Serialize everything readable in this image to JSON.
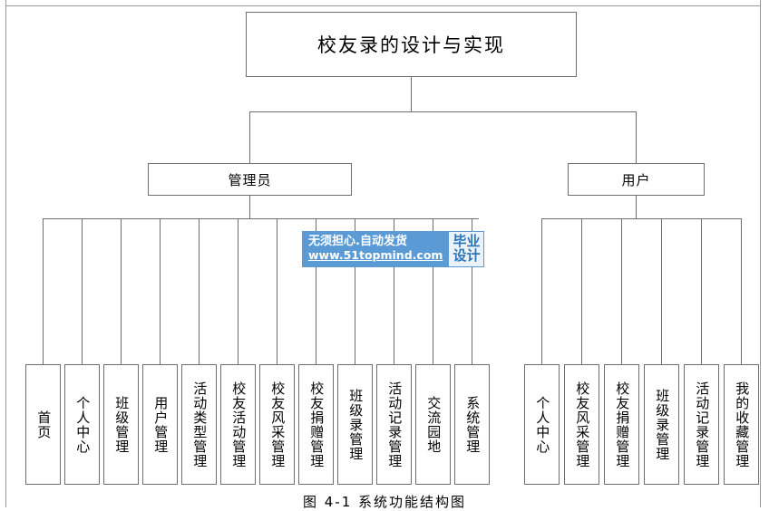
{
  "document": {
    "caption": "图 4-1 系统功能结构图"
  },
  "diagram": {
    "type": "tree",
    "root": {
      "label": "校友录的设计与实现"
    },
    "branches": [
      {
        "label": "管理员"
      },
      {
        "label": "用户"
      }
    ],
    "admin_leaves": [
      {
        "label": "首页"
      },
      {
        "label": "个人中心"
      },
      {
        "label": "班级管理"
      },
      {
        "label": "用户管理"
      },
      {
        "label": "活动类型管理"
      },
      {
        "label": "校友活动管理"
      },
      {
        "label": "校友风采管理"
      },
      {
        "label": "校友捐赠管理"
      },
      {
        "label": "班级录管理"
      },
      {
        "label": "活动记录管理"
      },
      {
        "label": "交流园地"
      },
      {
        "label": "系统管理"
      }
    ],
    "user_leaves": [
      {
        "label": "个人中心"
      },
      {
        "label": "校友风采管理"
      },
      {
        "label": "校友捐赠管理"
      },
      {
        "label": "班级录管理"
      },
      {
        "label": "活动记录管理"
      },
      {
        "label": "我的收藏管理"
      }
    ]
  },
  "watermark": {
    "line1": "无须担心.自动发货",
    "line2": "www.51topmind.com",
    "badge_line1": "毕业",
    "badge_line2": "设计",
    "bg_color": "#5b9bd5",
    "badge_bg_color": "#eaf3fb",
    "badge_text_color": "#2e75b6"
  },
  "colors": {
    "line": "#6f6f6f",
    "page_edge": "#9a9a9a",
    "background": "#ffffff",
    "text": "#000000"
  }
}
